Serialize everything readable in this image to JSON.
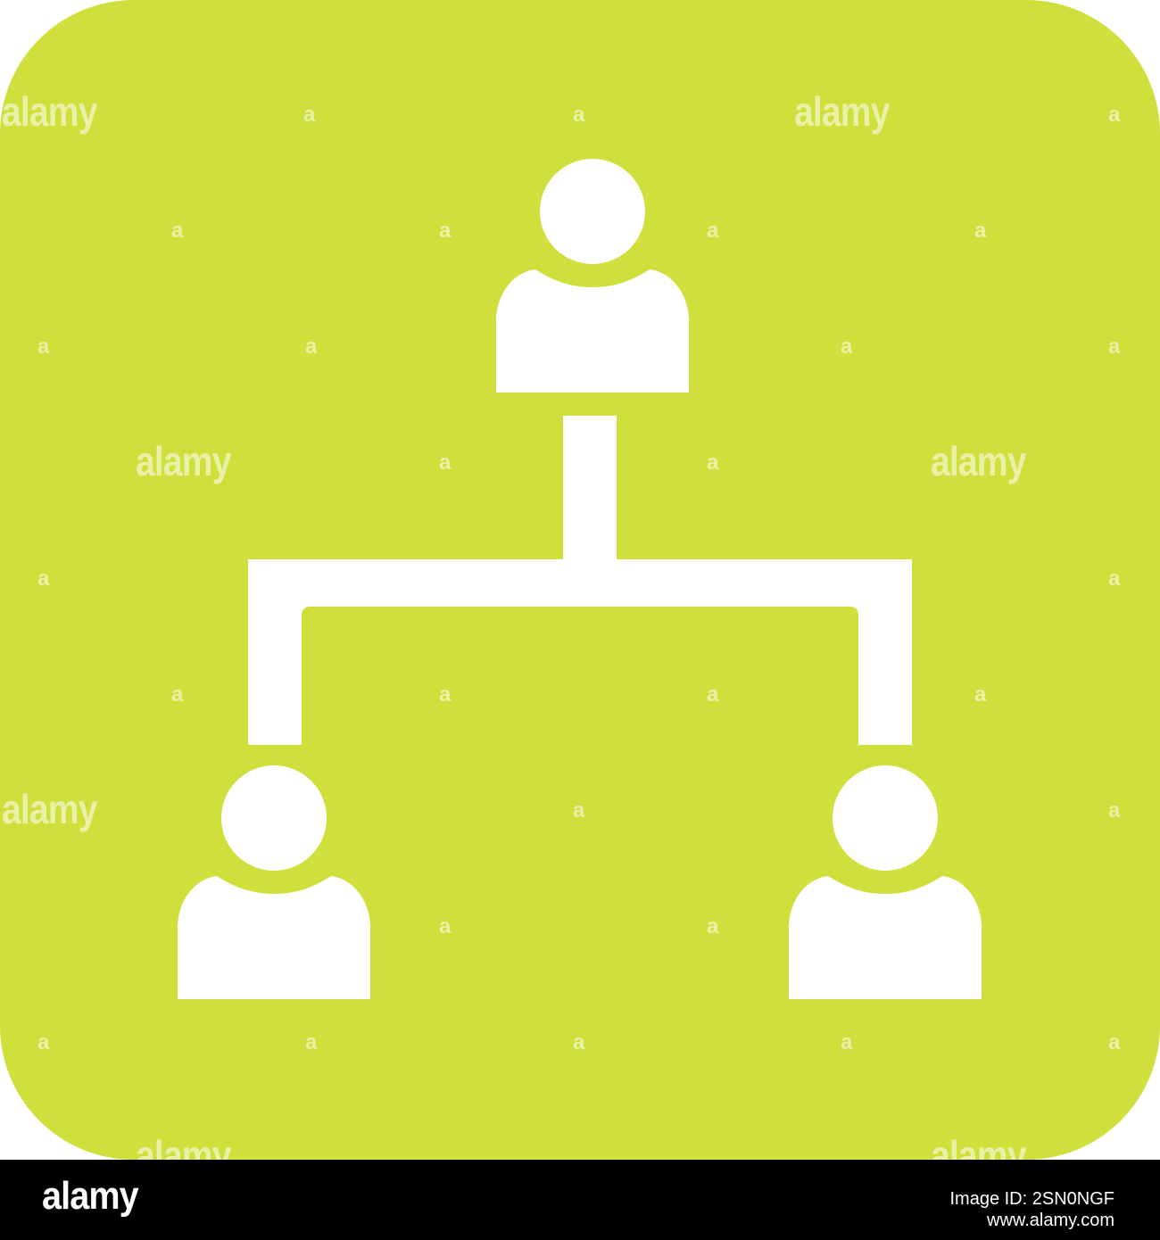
{
  "icon": {
    "name": "hierarchy-icon",
    "background_color": "#cfdf3b",
    "foreground_color": "#ffffff"
  },
  "watermark": {
    "word": "alamy",
    "glyph": "a"
  },
  "footer": {
    "logo": "alamy",
    "image_id_label": "Image ID: 2SN0NGF",
    "url": "www.alamy.com",
    "background_color": "#000000"
  }
}
